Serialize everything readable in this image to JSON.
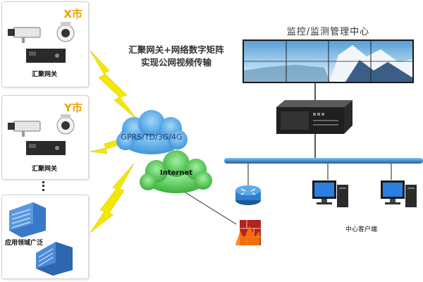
{
  "headline": {
    "line1": "汇聚网关+网络数字矩阵",
    "line2": "实现公网视频传输"
  },
  "monitor_center": {
    "title": "监控/监测管理中心"
  },
  "sites": [
    {
      "city": "X市",
      "device_label": "汇聚网关"
    },
    {
      "city": "Y市",
      "device_label": "汇聚网关"
    },
    {
      "city": "",
      "device_label": "应用领域广泛"
    }
  ],
  "cloud_mobile": {
    "label": "GPRS/TD/3G/4G"
  },
  "cloud_internet": {
    "label": "Internet"
  },
  "clients": {
    "label": "中心客户端"
  },
  "icons": [
    "camera-icon",
    "dome-camera-icon",
    "dvr-gateway-icon",
    "building-icon",
    "video-wall-icon",
    "server-icon",
    "router-icon",
    "firewall-icon",
    "pc-icon",
    "lightning-icon"
  ],
  "colors": {
    "accent": "#f0a000",
    "bus": "#2f7fd0",
    "cloud_blue": "#3ea0e0",
    "cloud_green": "#3cbf3c",
    "lightning": "#f4e800"
  }
}
